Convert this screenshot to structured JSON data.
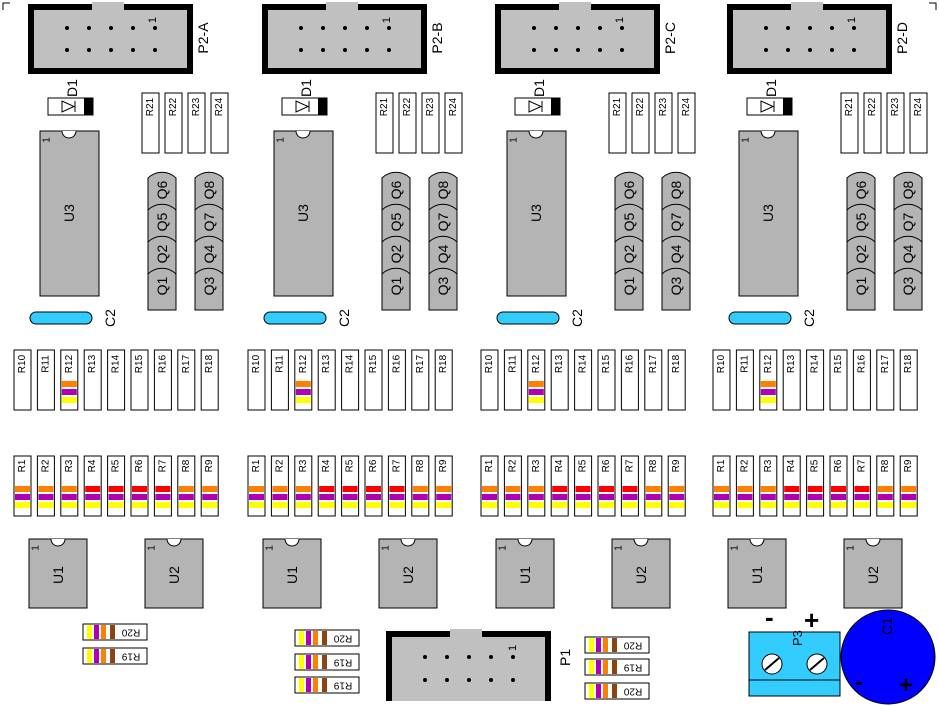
{
  "colors": {
    "component_fill": "#b4b4b4",
    "connector_fill": "#c0c0c0",
    "outline": "#000000",
    "capacitor_c2": "#33ccff",
    "capacitor_c1": "#0000ff",
    "terminal_block": "#33ccff",
    "band_orange": "#ff8000",
    "band_violet": "#b000b0",
    "band_yellow": "#ffff00",
    "band_red": "#ff0000",
    "band_brown": "#8b4513",
    "resistor_body": "#ffffff"
  },
  "modules": [
    {
      "connector_label": "P2-A",
      "pin1_label": "1",
      "diode_label": "D1",
      "ic_u3_label": "U3",
      "ic_u3_pin1": "1",
      "capacitor_label": "C2",
      "top_resistors": [
        "R21",
        "R22",
        "R23",
        "R24"
      ],
      "transistors": [
        "Q6",
        "Q8",
        "Q5",
        "Q7",
        "Q2",
        "Q4",
        "Q1",
        "Q3"
      ],
      "mid_resistors": [
        "R10",
        "R11",
        "R12",
        "R13",
        "R14",
        "R15",
        "R16",
        "R17",
        "R18"
      ],
      "bottom_resistors": [
        "R1",
        "R2",
        "R3",
        "R4",
        "R5",
        "R6",
        "R7",
        "R8",
        "R9"
      ],
      "u1_label": "U1",
      "u2_label": "U2",
      "ic_pin1": "1"
    },
    {
      "connector_label": "P2-B",
      "pin1_label": "1",
      "diode_label": "D1",
      "ic_u3_label": "U3",
      "ic_u3_pin1": "1",
      "capacitor_label": "C2",
      "top_resistors": [
        "R21",
        "R22",
        "R23",
        "R24"
      ],
      "transistors": [
        "Q6",
        "Q8",
        "Q5",
        "Q7",
        "Q2",
        "Q4",
        "Q1",
        "Q3"
      ],
      "mid_resistors": [
        "R10",
        "R11",
        "R12",
        "R13",
        "R14",
        "R15",
        "R16",
        "R17",
        "R18"
      ],
      "bottom_resistors": [
        "R1",
        "R2",
        "R3",
        "R4",
        "R5",
        "R6",
        "R7",
        "R8",
        "R9"
      ],
      "u1_label": "U1",
      "u2_label": "U2",
      "ic_pin1": "1"
    },
    {
      "connector_label": "P2-C",
      "pin1_label": "1",
      "diode_label": "D1",
      "ic_u3_label": "U3",
      "ic_u3_pin1": "1",
      "capacitor_label": "C2",
      "top_resistors": [
        "R21",
        "R22",
        "R23",
        "R24"
      ],
      "transistors": [
        "Q6",
        "Q8",
        "Q5",
        "Q7",
        "Q2",
        "Q4",
        "Q1",
        "Q3"
      ],
      "mid_resistors": [
        "R10",
        "R11",
        "R12",
        "R13",
        "R14",
        "R15",
        "R16",
        "R17",
        "R18"
      ],
      "bottom_resistors": [
        "R1",
        "R2",
        "R3",
        "R4",
        "R5",
        "R6",
        "R7",
        "R8",
        "R9"
      ],
      "u1_label": "U1",
      "u2_label": "U2",
      "ic_pin1": "1"
    },
    {
      "connector_label": "P2-D",
      "pin1_label": "1",
      "diode_label": "D1",
      "ic_u3_label": "U3",
      "ic_u3_pin1": "1",
      "capacitor_label": "C2",
      "top_resistors": [
        "R21",
        "R22",
        "R23",
        "R24"
      ],
      "transistors": [
        "Q6",
        "Q8",
        "Q5",
        "Q7",
        "Q2",
        "Q4",
        "Q1",
        "Q3"
      ],
      "mid_resistors": [
        "R10",
        "R11",
        "R12",
        "R13",
        "R14",
        "R15",
        "R16",
        "R17",
        "R18"
      ],
      "bottom_resistors": [
        "R1",
        "R2",
        "R3",
        "R4",
        "R5",
        "R6",
        "R7",
        "R8",
        "R9"
      ],
      "u1_label": "U1",
      "u2_label": "U2",
      "ic_pin1": "1"
    }
  ],
  "band_patterns": {
    "R12": [
      "orange",
      "violet",
      "yellow"
    ],
    "R1": [
      "orange",
      "violet",
      "yellow"
    ],
    "R2": [
      "orange",
      "violet",
      "yellow"
    ],
    "R3": [
      "orange",
      "violet",
      "yellow"
    ],
    "R4": [
      "red",
      "violet",
      "yellow"
    ],
    "R5": [
      "red",
      "violet",
      "yellow"
    ],
    "R6": [
      "red",
      "violet",
      "yellow"
    ],
    "R7": [
      "red",
      "violet",
      "yellow"
    ],
    "R8": [
      "orange",
      "violet",
      "yellow"
    ],
    "R9": [
      "orange",
      "violet",
      "yellow"
    ]
  },
  "main_connector": {
    "label": "P1",
    "pin1_label": "1"
  },
  "loose_resistors": {
    "left": [
      "R20",
      "R19"
    ],
    "center": [
      "R20",
      "R19",
      "R19"
    ],
    "right": [
      "R20",
      "R19",
      "R20"
    ]
  },
  "terminal": {
    "label": "P3",
    "minus": "-",
    "plus": "+"
  },
  "capacitor_c1": {
    "label": "C1",
    "minus": "-",
    "plus": "+"
  }
}
